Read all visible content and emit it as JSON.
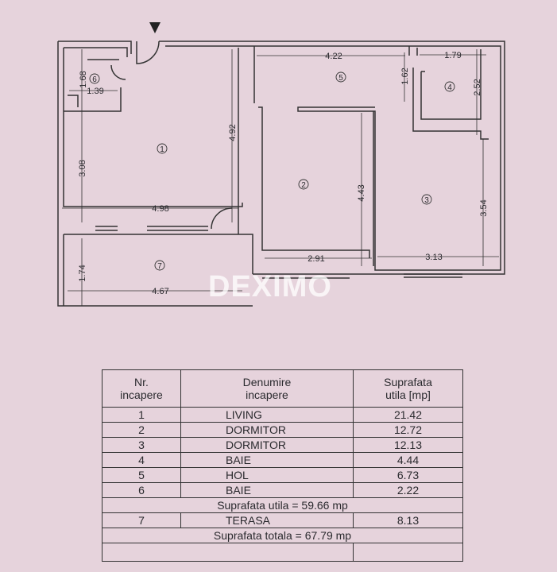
{
  "plan": {
    "dimensions": [
      "4.22",
      "1.79",
      "1.68",
      "1.39",
      "1.62",
      "2.52",
      "4.92",
      "3.08",
      "4.43",
      "3.54",
      "4.98",
      "2.91",
      "3.13",
      "1.74",
      "4.67"
    ],
    "rooms": [
      "1",
      "2",
      "3",
      "4",
      "5",
      "6",
      "7"
    ]
  },
  "watermark": "DEXIMO",
  "table": {
    "headers": [
      "Nr.\nincapere",
      "Denumire\nincapere",
      "Suprafata\nutila [mp]"
    ],
    "rows": [
      {
        "nr": "1",
        "name": "LIVING",
        "area": "21.42"
      },
      {
        "nr": "2",
        "name": "DORMITOR",
        "area": "12.72"
      },
      {
        "nr": "3",
        "name": "DORMITOR",
        "area": "12.13"
      },
      {
        "nr": "4",
        "name": "BAIE",
        "area": "4.44"
      },
      {
        "nr": "5",
        "name": "HOL",
        "area": "6.73"
      },
      {
        "nr": "6",
        "name": "BAIE",
        "area": "2.22"
      }
    ],
    "subtotal": "Suprafata utila = 59.66 mp",
    "terrace": {
      "nr": "7",
      "name": "TERASA",
      "area": "8.13"
    },
    "total": "Suprafata totala = 67.79 mp"
  }
}
